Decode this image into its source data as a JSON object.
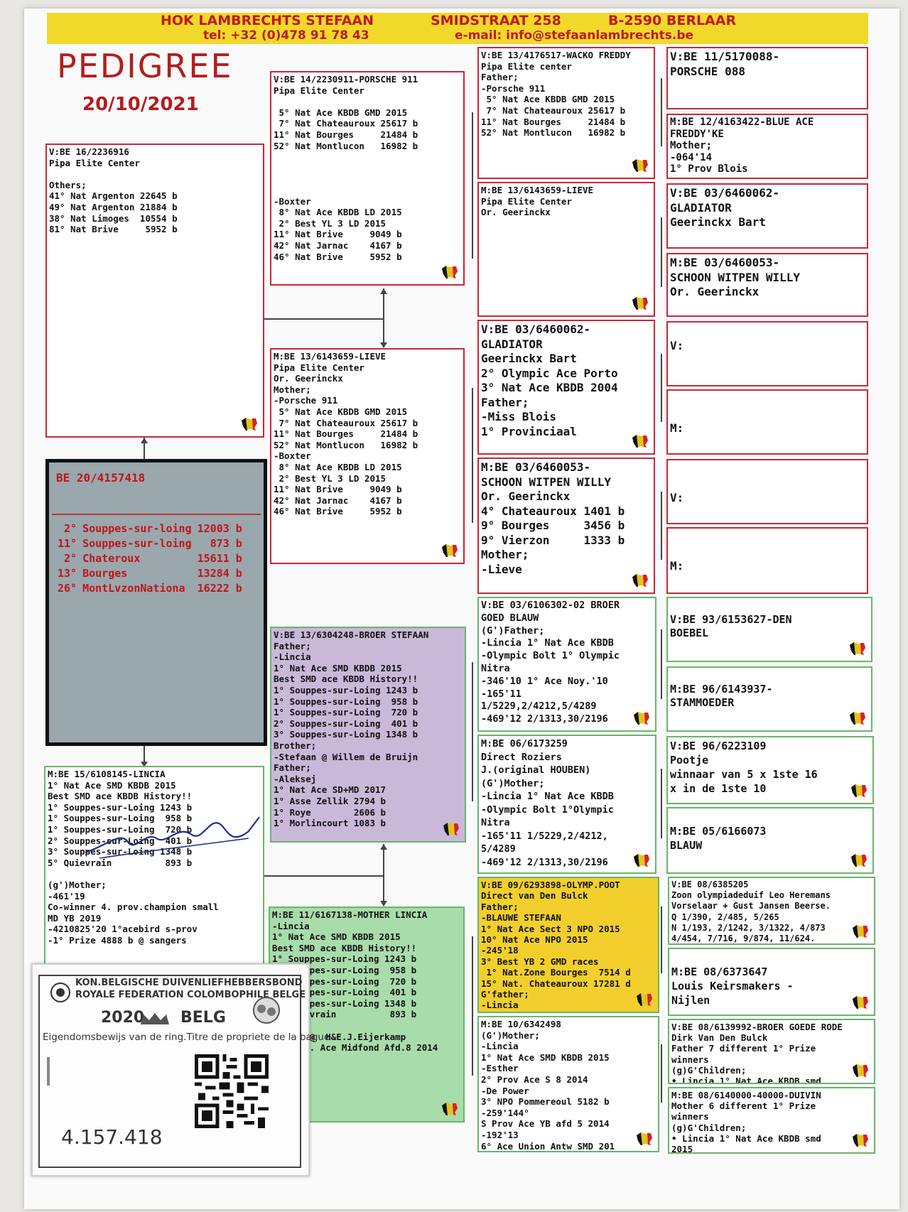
{
  "header": {
    "loft": "HOK LAMBRECHTS STEFAAN",
    "street": "SMIDSTRAAT 258",
    "city": "B-2590  BERLAAR",
    "tel": "tel: +32 (0)478 91 78 43",
    "email": "e-mail: info@stefaanlambrechts.be"
  },
  "title": "PEDIGREE",
  "date": "20/10/2021",
  "main": {
    "ring": "BE 20/4157418",
    "results": [
      {
        "place": "2°",
        "race": "Souppes-sur-loing",
        "birds": "12003 b"
      },
      {
        "place": "11°",
        "race": "Souppes-sur-loing",
        "birds": "873 b"
      },
      {
        "place": "2°",
        "race": "Chateroux",
        "birds": "15611 b"
      },
      {
        "place": "13°",
        "race": "Bourges",
        "birds": "13284 b"
      },
      {
        "place": "26°",
        "race": "MontLvzonNationa",
        "birds": "16222 b"
      }
    ]
  },
  "boxes": {
    "father": "V:BE 16/2236916\nPipa Elite Center\n\nOthers;\n41° Nat Argenton 22645 b\n49° Nat Argenton 21884 b\n38° Nat Limoges  10554 b\n81° Nat Brive     5952 b",
    "mother": "M:BE 15/6108145-LINCIA\n1° Nat Ace SMD KBDB 2015\nBest SMD ace KBDB History!!\n1° Souppes-sur-Loing 1243 b\n1° Souppes-sur-Loing  958 b\n1° Souppes-sur-Loing  720 b\n2° Souppes-sur-Loing  401 b\n3° Souppes-sur-Loing 1348 b\n5° Quievrain          893 b\n\n(g')Mother;\n-461'19\nCo-winner 4. prov.champion small\nMD YB 2019\n-4210825'20 1°acebird s-prov\n-1° Prize 4888 b @ sangers",
    "ff": "V:BE 14/2230911-PORSCHE 911\nPipa Elite Center\n\n 5° Nat Ace KBDB GMD 2015\n 7° Nat Chateauroux 25617 b\n11° Nat Bourges     21484 b\n52° Nat Montlucon   16982 b\n\n\n\n\n-Boxter\n 8° Nat Ace KBDB LD 2015\n 2° Best YL 3 LD 2015\n11° Nat Brive     9049 b\n42° Nat Jarnac    4167 b\n46° Nat Brive     5952 b",
    "fm": "M:BE 13/6143659-LIEVE\nPipa Elite Center\nOr. Geerinckx\nMother;\n-Porsche 911\n 5° Nat Ace KBDB GMD 2015\n 7° Nat Chateauroux 25617 b\n11° Nat Bourges     21484 b\n52° Nat Montlucon   16982 b\n-Boxter\n 8° Nat Ace KBDB LD 2015\n 2° Best YL 3 LD 2015\n11° Nat Brive     9049 b\n42° Nat Jarnac    4167 b\n46° Nat Brive     5952 b",
    "mf": "V:BE 13/6304248-BROER STEFAAN\nFather;\n-Lincia\n1° Nat Ace SMD KBDB 2015\nBest SMD ace KBDB History!!\n1° Souppes-sur-Loing 1243 b\n1° Souppes-sur-Loing  958 b\n1° Souppes-sur-Loing  720 b\n2° Souppes-sur-Loing  401 b\n3° Souppes-sur-Loing 1348 b\nBrother;\n-Stefaan @ Willem de Bruijn\nFather;\n-Aleksej\n1° Nat Ace SD+MD 2017\n1° Asse Zellik 2794 b\n1° Roye        2606 b\n1° Morlincourt 1083 b",
    "mm": "M:BE 11/6167138-MOTHER LINCIA\n-Lincia\n1° Nat Ace SMD KBDB 2015\nBest SMD ace KBDB History!!\n1° Souppes-sur-Loing 1243 b\n1° Souppes-sur-Loing  958 b\n1° Souppes-sur-Loing  720 b\n2° Souppes-sur-Loing  401 b\n3° Souppes-sur-Loing 1348 b\n5° Quievrain          893 b\n\n-BROER @  H&E.J.Eijerkamp\n3° Prov. Ace Midfond Afd.8 2014",
    "fff": "V:BE 13/4176517-WACKO FREDDY\nPipa Elite center\nFather;\n-Porsche 911\n 5° Nat Ace KBDB GMD 2015\n 7° Nat Chateauroux 25617 b\n11° Nat Bourges     21484 b\n52° Nat Montlucon   16982 b",
    "ffm": "M:BE 13/6143659-LIEVE\nPipa Elite Center\nOr. Geerinckx",
    "fmf": "V:BE 03/6460062-\nGLADIATOR\nGeerinckx Bart\n2° Olympic Ace Porto\n3° Nat Ace KBDB 2004\nFather;\n-Miss Blois\n1° Provinciaal",
    "fmm": "M:BE 03/6460053-\nSCHOON WITPEN WILLY\nOr. Geerinckx\n4° Chateauroux 1401 b\n9° Bourges     3456 b\n9° Vierzon     1333 b\nMother;\n-Lieve",
    "mff": "V:BE 03/6106302-02 BROER\nGOED BLAUW\n(G')Father;\n-Lincia 1° Nat Ace KBDB\n-Olympic Bolt 1° Olympic\nNitra\n-346'10 1° Ace Noy.'10\n-165'11\n1/5229,2/4212,5/4289\n-469'12 2/1313,30/2196",
    "mfm": "M:BE 06/6173259\nDirect Roziers\nJ.(original HOUBEN)\n(G')Mother;\n-Lincia 1° Nat Ace KBDB\n-Olympic Bolt 1°Olympic\nNitra\n-165'11 1/5229,2/4212,\n5/4289\n-469'12 2/1313,30/2196",
    "mmf": "V:BE 09/6293898-OLYMP.POOT\nDirect van Den Bulck\nFather;\n-BLAUWE STEFAAN\n1° Nat Ace Sect 3 NPO 2015\n10° Nat Ace NPO 2015\n-245'18\n3° Best YB 2 GMD races\n 1° Nat.Zone Bourges  7514 d\n15° Nat. Chateauroux 17281 d\nG'father;\n-Lincia",
    "mmm": "M:BE 10/6342498\n(G')Mother;\n-Lincia\n1° Nat Ace SMD KBDB 2015\n-Esther\n2° Prov Ace S 8 2014\n-De Power\n3° NPO Pommereoul 5182 b\n-259'144°\nS Prov Ace YB afd 5 2014\n-192'13\n6° Ace Union Antw SMD 201",
    "g1": "V:BE 11/5170088-\nPORSCHE 088",
    "g2": "M:BE 12/4163422-BLUE ACE\nFREDDY'KE\nMother;\n-064'14\n1° Prov Blois",
    "g3": "V:BE 03/6460062-\nGLADIATOR\nGeerinckx Bart",
    "g4": "M:BE 03/6460053-\nSCHOON WITPEN WILLY\nOr. Geerinckx",
    "g5": "\nV:",
    "g6": "\n\nM:",
    "g7": "\n\nV:",
    "g8": "\n\nM:",
    "g9": "\nV:BE 93/6153627-DEN\nBOEBEL",
    "g10": "\nM:BE 96/6143937-\nSTAMMOEDER",
    "g11": "V:BE 96/6223109\nPootje\nwinnaar van 5 x 1ste 16\nx in de 1ste 10",
    "g12": "\nM:BE 05/6166073\nBLAUW",
    "g13": "V:BE 08/6385205\nZoon olympiadeduif Leo Heremans\nVorselaar + Gust Jansen Beerse.\nQ 1/390, 2/485, 5/265\nN 1/193, 2/1242, 3/1322, 4/873\n4/454, 7/716, 9/874, 11/624.",
    "g14": "\nM:BE 08/6373647\nLouis Keirsmakers -\nNijlen",
    "g15": "V:BE 08/6139992-BROER GOEDE RODE\nDirk Van Den Bulck\nFather 7 different 1° Prize\nwinners\n(g)G'Children;\n• Lincia 1° Nat Ace KBDB smd",
    "g16": "M:BE 08/6140000-40000-DUIVIN\nMother 6 different 1° Prize\nwinners\n(g)G'Children;\n• Lincia 1° Nat Ace KBDB smd\n2015"
  },
  "ring_card": {
    "federation_nl": "KON.BELGISCHE DUIVENLIEFHEBBERSBOND",
    "federation_fr": "ROYALE FEDERATION COLOMBOPHILE BELGE",
    "year": "2020",
    "country": "BELG",
    "ownership": "Eigendomsbewijs van de ring.Titre de propriete de la bague",
    "ring_number": "4.157.418"
  },
  "colors": {
    "red": "#c8283a",
    "green": "#6ab46b",
    "yellow": "#f1d92b",
    "purple": "#c9b8d8",
    "mint": "#a9dcab",
    "gold": "#f2cf2c",
    "main_bg": "#9aa7ad"
  }
}
